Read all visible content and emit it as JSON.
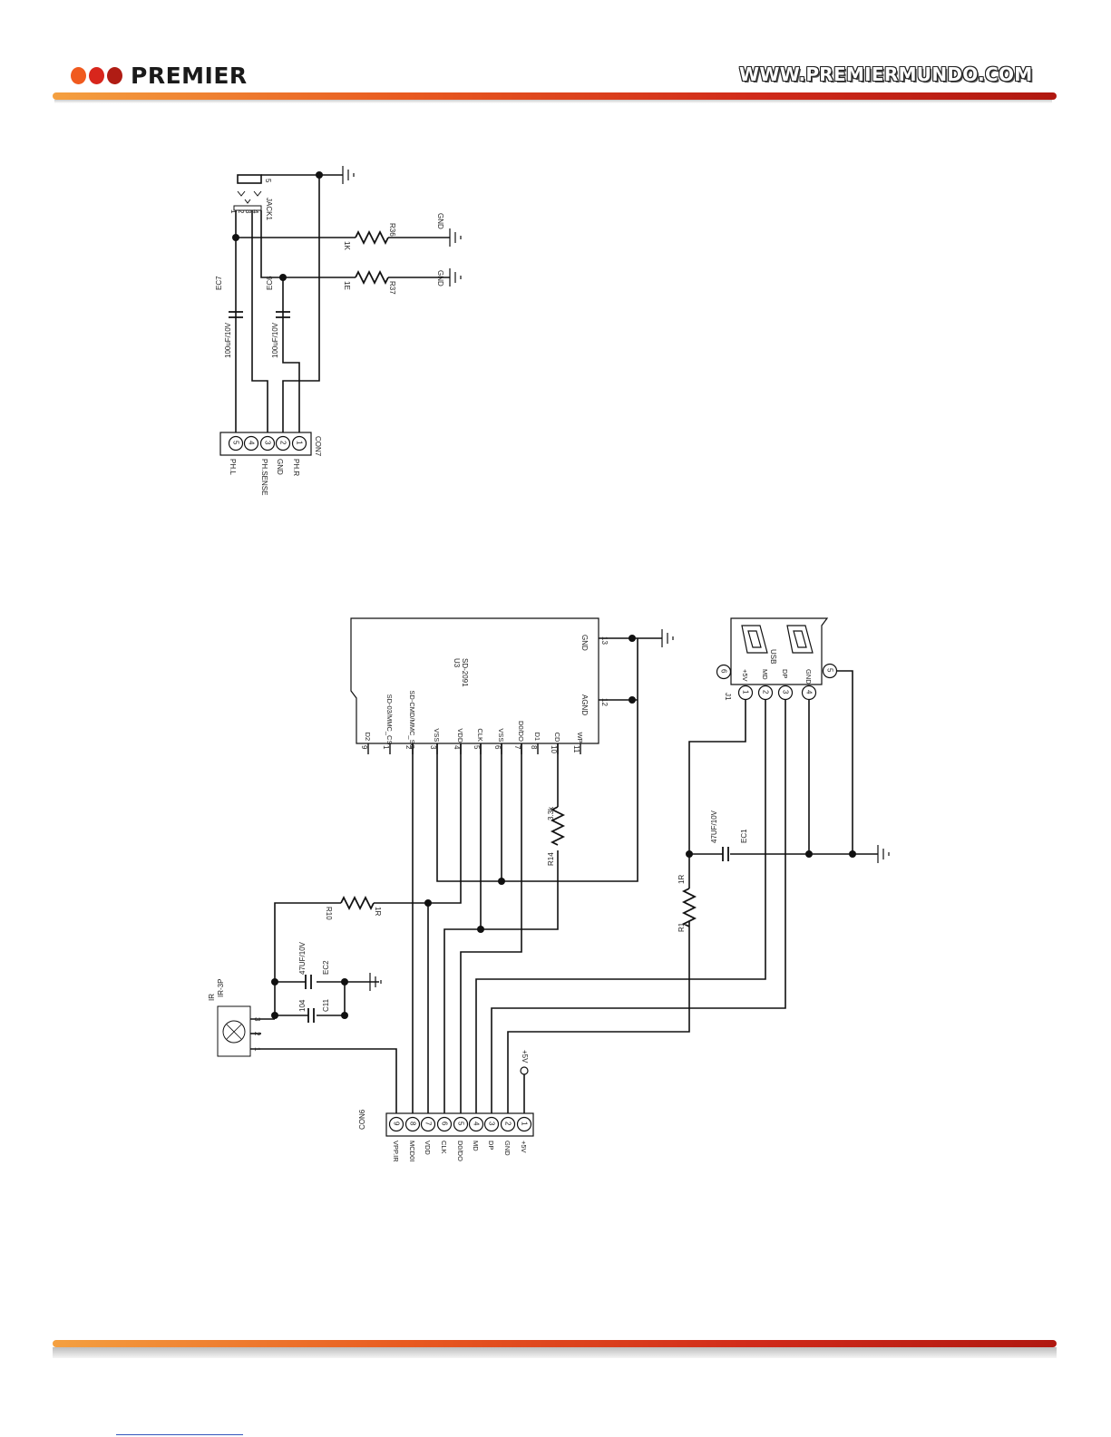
{
  "header": {
    "brand": "PREMIER",
    "url": "WWW.PREMIERMUNDO.COM",
    "dot_colors": [
      "#f05a1e",
      "#d8261c",
      "#b01c14"
    ]
  },
  "jack_circuit": {
    "jack": {
      "ref": "JACK1",
      "pins": [
        "1",
        "2",
        "3",
        "4",
        "5"
      ]
    },
    "r36": {
      "ref": "R36",
      "value": "1K",
      "gnd": "GND"
    },
    "r37": {
      "ref": "R37",
      "value": "1E",
      "gnd": "GND"
    },
    "ec7": {
      "ref": "EC7",
      "value": "100uF/10V"
    },
    "ec6": {
      "ref": "EC6",
      "value": "100uF/10V"
    },
    "con7": {
      "ref": "CON7",
      "pins": [
        "5",
        "4",
        "3",
        "2",
        "1"
      ],
      "labels": [
        "PH.L",
        "PH.SENSE",
        "GND",
        "PH.R"
      ]
    }
  },
  "sd_usb_circuit": {
    "u3": {
      "ref": "U3",
      "part": "SD-2091",
      "pins": [
        {
          "num": "9",
          "name": "D2"
        },
        {
          "num": "1",
          "name": "SD-03/MMC_CS"
        },
        {
          "num": "2",
          "name": "SD-CMD/MMC_SO"
        },
        {
          "num": "3",
          "name": "VSS"
        },
        {
          "num": "4",
          "name": "VDD"
        },
        {
          "num": "5",
          "name": "CLK"
        },
        {
          "num": "6",
          "name": "VSS"
        },
        {
          "num": "7",
          "name": "D0/DO"
        },
        {
          "num": "8",
          "name": "D1"
        },
        {
          "num": "10",
          "name": "CD"
        },
        {
          "num": "11",
          "name": "WP"
        }
      ],
      "side_pins": [
        {
          "num": "13",
          "name": "GND"
        },
        {
          "num": "12",
          "name": "AGND"
        }
      ]
    },
    "r14": {
      "ref": "R14",
      "value": "3.3k"
    },
    "r10": {
      "ref": "R10",
      "value": "1R"
    },
    "r1": {
      "ref": "R1",
      "value": "1R"
    },
    "ec2": {
      "ref": "EC2",
      "value": "47UF/10V"
    },
    "c11": {
      "ref": "C11",
      "value": "104"
    },
    "ec1": {
      "ref": "EC1",
      "value": "47UF/10V"
    },
    "ir": {
      "ref": "IR",
      "part": "IR-3P",
      "pins": [
        "3",
        "2",
        "1"
      ]
    },
    "usb": {
      "ref": "J1",
      "part": "USB",
      "pins": [
        {
          "num": "1",
          "name": "+5V"
        },
        {
          "num": "2",
          "name": "MD"
        },
        {
          "num": "3",
          "name": "DP"
        },
        {
          "num": "4",
          "name": "GND"
        }
      ],
      "shield_pins": [
        "6",
        "5"
      ]
    },
    "supply": "+5V",
    "con6": {
      "ref": "CON6",
      "pins": [
        "9",
        "8",
        "7",
        "6",
        "5",
        "4",
        "3",
        "2",
        "1"
      ],
      "labels": [
        "VPP.IR",
        "MCD0I",
        "VDD",
        "CLK",
        "D0/DO",
        "MD",
        "DP",
        "GND",
        "+5V"
      ]
    }
  }
}
